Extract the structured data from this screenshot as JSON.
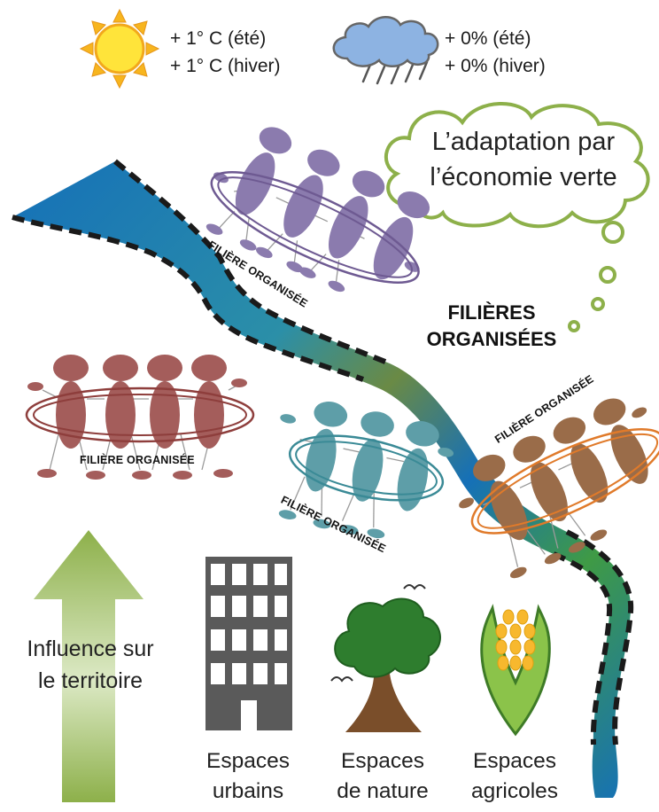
{
  "climate": {
    "sun_icon": "sun-icon",
    "sun_summer": "+ 1° C (été)",
    "sun_winter": "+ 1° C (hiver)",
    "cloud_icon": "rain-cloud-icon",
    "rain_summer": "+ 0% (été)",
    "rain_winter": "+ 0% (hiver)"
  },
  "thought_bubble": {
    "line1": "L’adaptation par",
    "line2": "l’économie verte",
    "color": "#8DB04A"
  },
  "river": {
    "color_start": "#1570B8",
    "color_end": "#3F9A45"
  },
  "main_label": {
    "line1": "FILIÈRES",
    "line2": "ORGANISÉES"
  },
  "filieres": [
    {
      "label": "FILIÈRE ORGANISÉE",
      "color": "#8B7BAE",
      "ring": "#6E5A92"
    },
    {
      "label": "FILIÈRE ORGANISÉE",
      "color": "#A45D5B",
      "ring": "#8E3E3C"
    },
    {
      "label": "FILIÈRE ORGANISÉE",
      "color": "#5E9EA8",
      "ring": "#3A8A96"
    },
    {
      "label": "FILIÈRE ORGANISÉE",
      "color": "#9A6C49",
      "ring": "#E07A2A"
    }
  ],
  "influence": {
    "line1": "Influence sur",
    "line2": "le territoire",
    "color": "#8DB04A"
  },
  "spaces": [
    {
      "line1": "Espaces",
      "line2": "urbains",
      "icon": "building-icon"
    },
    {
      "line1": "Espaces",
      "line2": "de nature",
      "icon": "tree-icon"
    },
    {
      "line1": "Espaces",
      "line2": "agricoles",
      "icon": "corn-icon"
    }
  ]
}
